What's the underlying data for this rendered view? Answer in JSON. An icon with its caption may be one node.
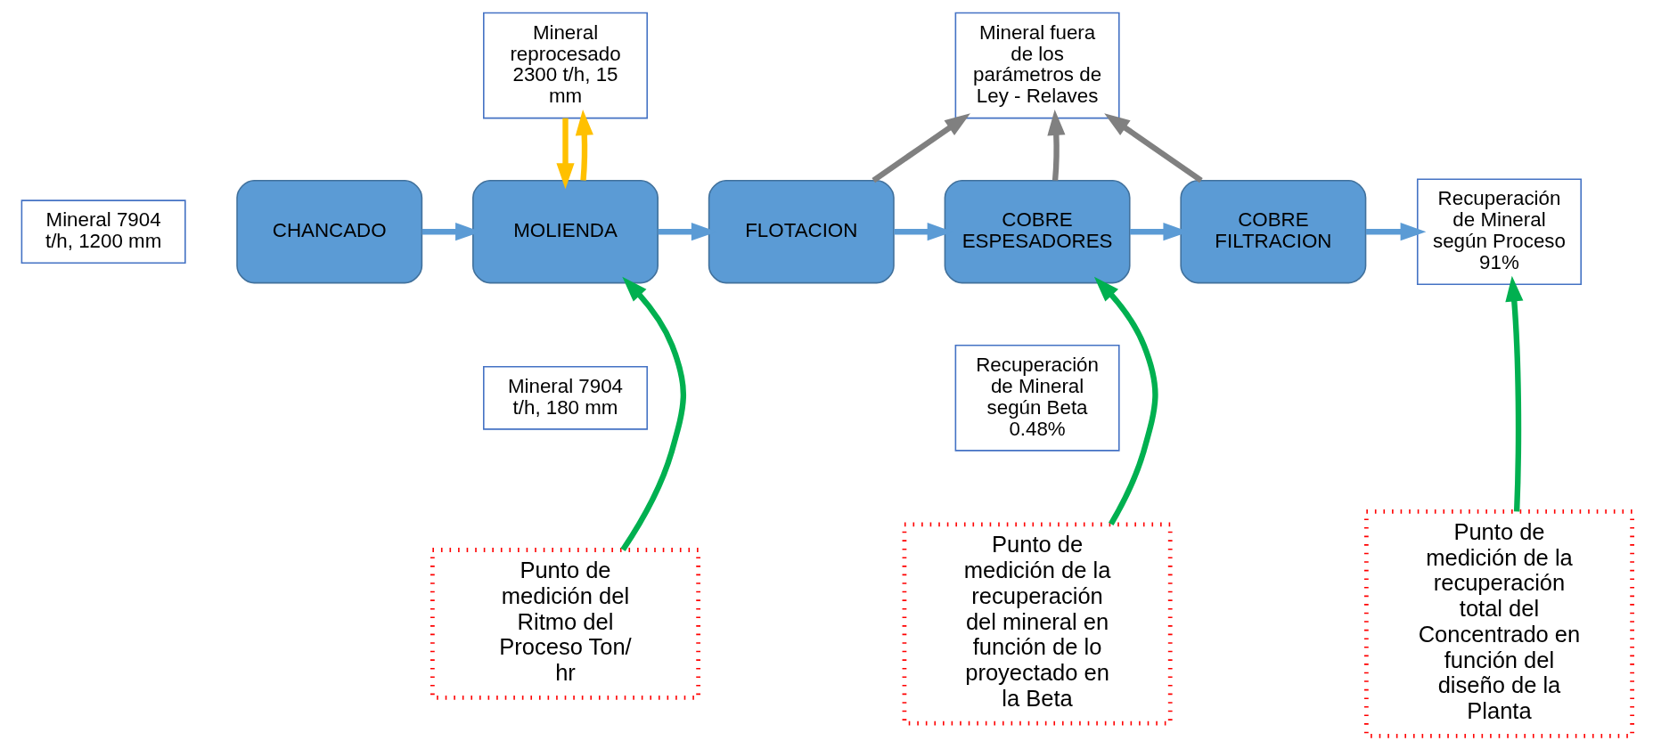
{
  "diagram": {
    "nodes": [
      {
        "text": [
          "Mineral 7904 t/h, 1200 mm"
        ]
      },
      {
        "text": [
          "CHANCADO"
        ]
      },
      {
        "text": [
          "MOLIENDA"
        ]
      },
      {
        "text": [
          "FLOTACION"
        ]
      },
      {
        "text": [
          "COBRE ESPESADORES"
        ]
      },
      {
        "text": [
          "COBRE FILTRACION"
        ]
      },
      {
        "text": [
          "Recuperación de Mineral según Proceso 91%"
        ]
      },
      {
        "text": [
          "Mineral reprocesado 2300 t/h, 15 mm"
        ]
      },
      {
        "text": [
          "Mineral 7904 t/h, 180 mm"
        ]
      },
      {
        "text": [
          "Recuperación de Mineral según Beta 0.48%"
        ]
      },
      {
        "text": [
          "Mineral fuera de los parámetros de Ley - Relaves"
        ]
      },
      {
        "text": [
          "Punto de medición del Ritmo del Proceso Ton/ hr"
        ]
      },
      {
        "text": [
          "Punto de medición de la recuperación del mineral en función de lo proyectado en la Beta"
        ]
      },
      {
        "text": [
          "Punto de medición de la recuperación total del Concentrado en función del diseño de la Planta"
        ]
      }
    ],
    "edges": [
      {
        "from": 1,
        "to": 2,
        "arrow": "to"
      },
      {
        "from": 2,
        "to": 3,
        "arrow": "to"
      },
      {
        "from": 3,
        "to": 4,
        "arrow": "to"
      },
      {
        "from": 4,
        "to": 5,
        "arrow": "to"
      },
      {
        "from": 5,
        "to": 6,
        "arrow": "to"
      },
      {
        "from": 2,
        "to": 7,
        "arrow": "to",
        "color": "#ffc000"
      },
      {
        "from": 7,
        "to": 2,
        "arrow": "to",
        "color": "#ffc000"
      },
      {
        "from": 3,
        "to": 10,
        "arrow": "to",
        "color": "#808080"
      },
      {
        "from": 4,
        "to": 10,
        "arrow": "to",
        "color": "#808080"
      },
      {
        "from": 5,
        "to": 10,
        "arrow": "to",
        "color": "#808080"
      },
      {
        "from": 11,
        "to": 2,
        "arrow": "to",
        "color": "#00b050"
      },
      {
        "from": 12,
        "to": 4,
        "arrow": "to",
        "color": "#00b050"
      },
      {
        "from": 13,
        "to": 6,
        "arrow": "to",
        "color": "#00b050"
      }
    ]
  }
}
